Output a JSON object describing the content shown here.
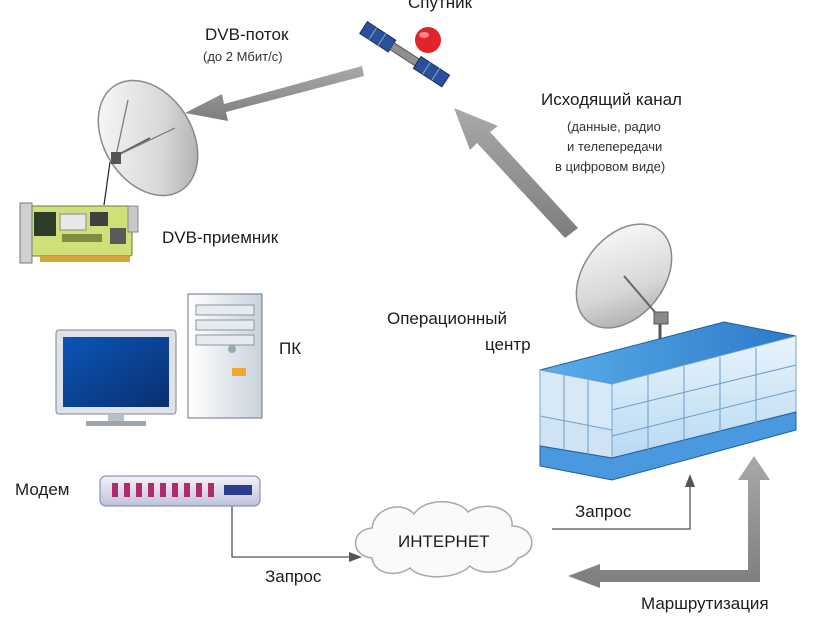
{
  "labels": {
    "satellite": "Спутник",
    "dvb_stream": "DVB-поток",
    "dvb_stream_rate": "(до 2 Мбит/с)",
    "uplink": "Исходящий канал",
    "uplink_desc_1": "(данные, радио",
    "uplink_desc_2": "и телепередачи",
    "uplink_desc_3": "в цифровом виде)",
    "receiver": "DVB-приемник",
    "pc": "ПК",
    "ops_center_1": "Операционный",
    "ops_center_2": "центр",
    "modem": "Модем",
    "internet": "ИНТЕРНЕТ",
    "request_left": "Запрос",
    "request_right": "Запрос",
    "routing": "Маршрутизация"
  }
}
